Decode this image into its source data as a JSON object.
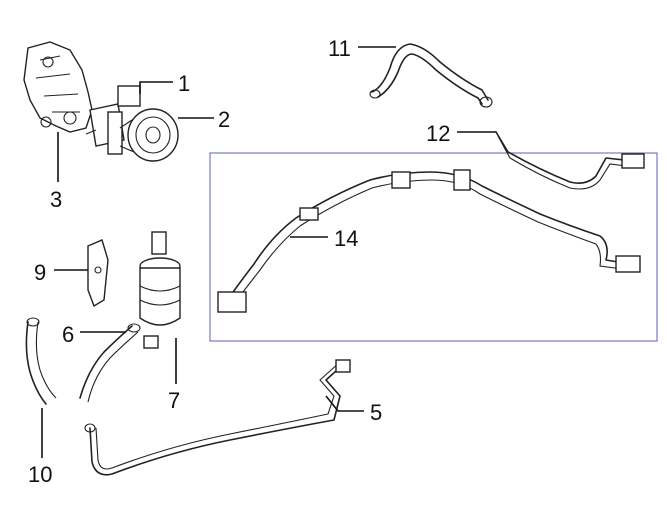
{
  "callouts": {
    "c1": "1",
    "c2": "2",
    "c3": "3",
    "c5": "5",
    "c6": "6",
    "c7": "7",
    "c9": "9",
    "c10": "10",
    "c11": "11",
    "c12": "12",
    "c14": "14"
  },
  "colors": {
    "line": "#222222",
    "highlight_box": "#6a6fb8",
    "background": "#ffffff"
  }
}
